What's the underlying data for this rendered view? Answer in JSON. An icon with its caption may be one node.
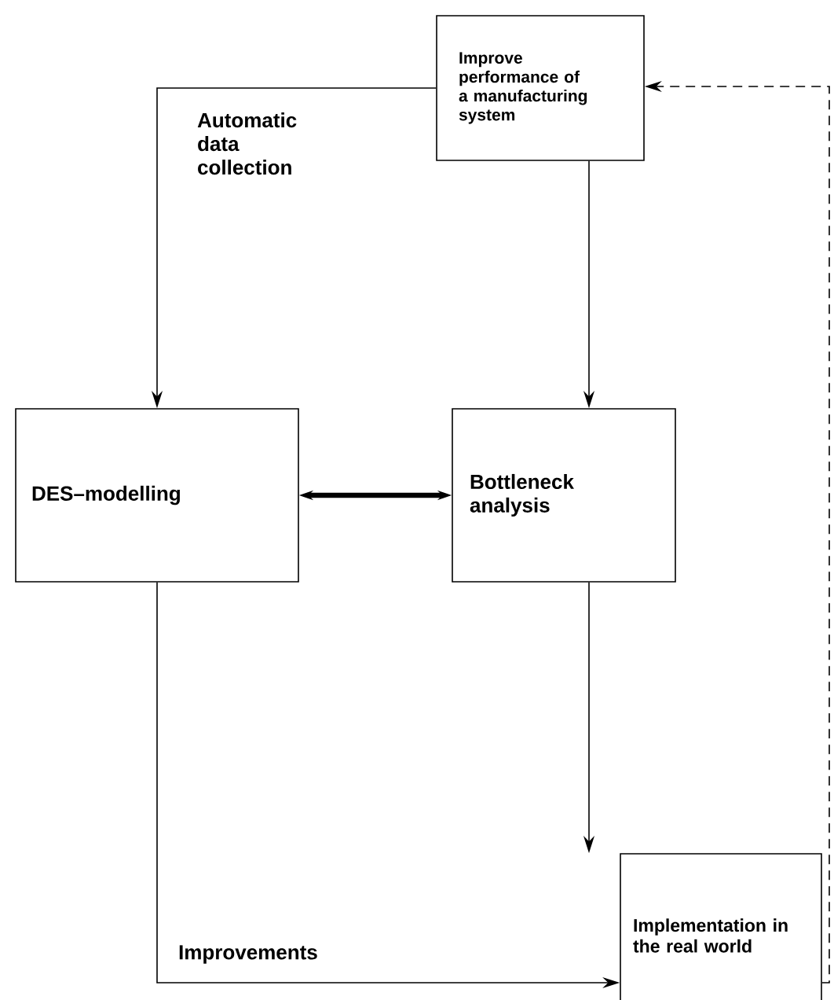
{
  "diagram": {
    "nodes": [
      {
        "text": [
          "Improve performance of a manufacturing system"
        ]
      },
      {
        "text": [
          "DES–modelling"
        ]
      },
      {
        "text": [
          "Bottleneck analysis"
        ]
      },
      {
        "text": [
          "Implementation in the real world"
        ]
      }
    ],
    "edges": [
      {
        "from": 0,
        "to": 1,
        "arrow": "to",
        "label": "Automatic data collection"
      },
      {
        "from": 0,
        "to": 2,
        "arrow": "to"
      },
      {
        "from": 1,
        "to": 2,
        "arrow": "both",
        "style": "thick"
      },
      {
        "from": 2,
        "to": 3,
        "arrow": "to"
      },
      {
        "from": 1,
        "to": 3,
        "arrow": "to",
        "label": "Improvements"
      },
      {
        "from": 3,
        "to": 0,
        "arrow": "to",
        "style": "dashed"
      }
    ]
  }
}
